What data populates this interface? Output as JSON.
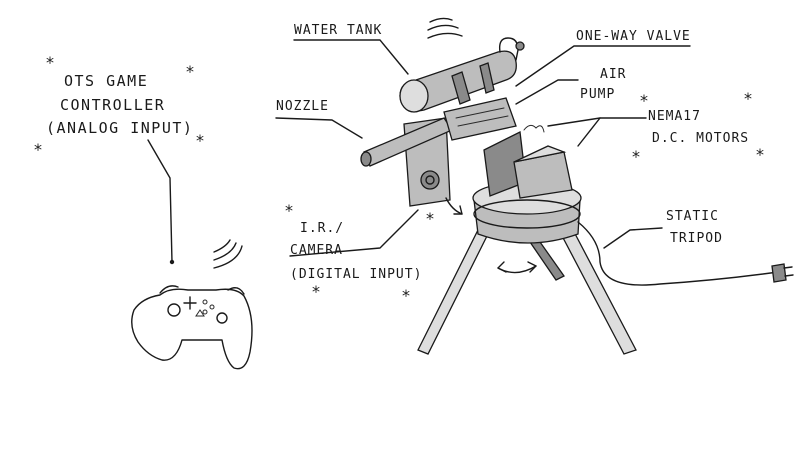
{
  "labels": {
    "controller_line1": "OTS GAME",
    "controller_line2": "CONTROLLER",
    "controller_line3": "(ANALOG INPUT)",
    "water_tank": "WATER TANK",
    "one_way_valve": "ONE-WAY VALVE",
    "air_pump_line1": "AIR",
    "air_pump_line2": "PUMP",
    "nozzle": "NOZZLE",
    "motors_line1": "NEMA17",
    "motors_line2": "D.C. MOTORS",
    "camera_line1": "I.R./",
    "camera_line2": "CAMERA",
    "camera_line3": "(DIGITAL INPUT)",
    "tripod_line1": "STATIC",
    "tripod_line2": "TRIPOD"
  },
  "icons": {
    "star": "*",
    "wireless": "wireless-signal-icon",
    "plug": "power-plug-icon"
  },
  "colors": {
    "ink": "#1a1a1a",
    "shade": "#bdbdbd",
    "background": "#ffffff"
  }
}
